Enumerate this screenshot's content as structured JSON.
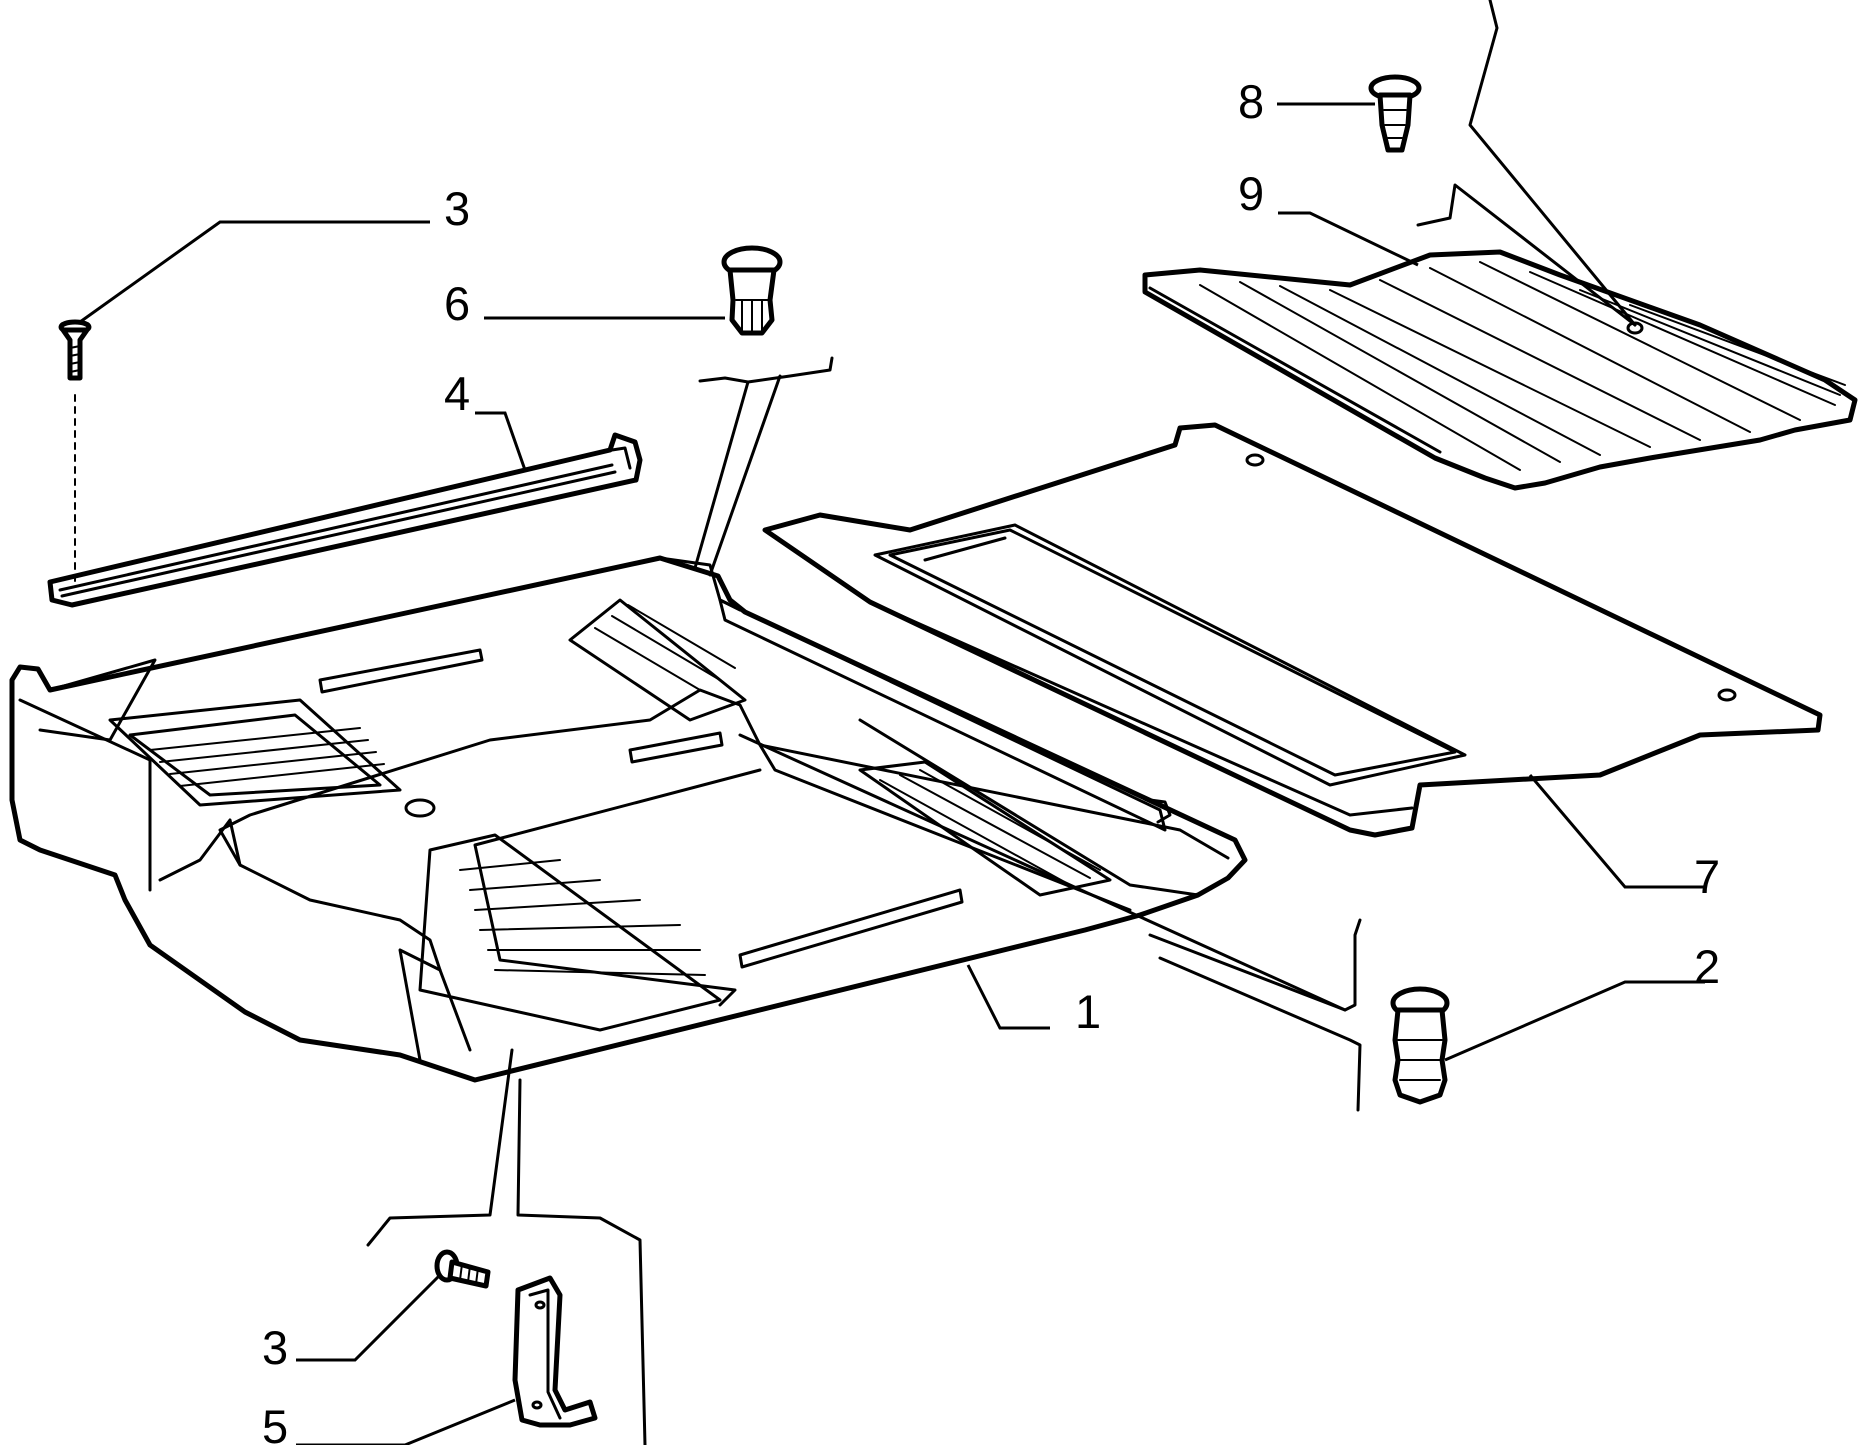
{
  "callouts": [
    {
      "id": "c1",
      "label": "1",
      "part": "front-floor-mat"
    },
    {
      "id": "c2",
      "label": "2",
      "part": "push-clip"
    },
    {
      "id": "c3a",
      "label": "3",
      "part": "countersunk-screw"
    },
    {
      "id": "c3b",
      "label": "3",
      "part": "hex-bolt"
    },
    {
      "id": "c4",
      "label": "4",
      "part": "sill-trim-strip"
    },
    {
      "id": "c5",
      "label": "5",
      "part": "mounting-bracket"
    },
    {
      "id": "c6",
      "label": "6",
      "part": "expanding-rivet"
    },
    {
      "id": "c7",
      "label": "7",
      "part": "rear-floor-mat"
    },
    {
      "id": "c8",
      "label": "8",
      "part": "retaining-pin"
    },
    {
      "id": "c9",
      "label": "9",
      "part": "ribbed-cover-mat"
    }
  ],
  "colors": {
    "line": "#000000",
    "background": "#ffffff"
  }
}
